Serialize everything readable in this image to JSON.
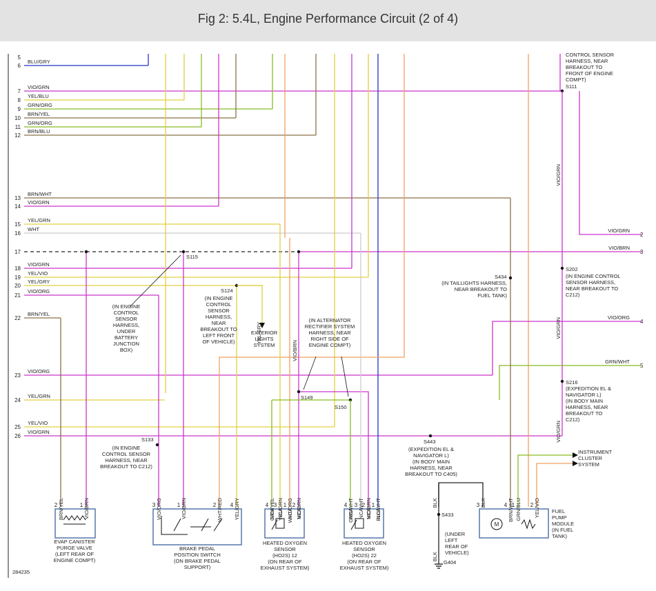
{
  "header": {
    "title": "Fig 2: 5.4L, Engine Performance Circuit (2 of 4)"
  },
  "figure_id": "284235",
  "left_pins": [
    {
      "num": "5",
      "wire": ""
    },
    {
      "num": "6",
      "wire": "BLU/GRY"
    },
    {
      "num": "7",
      "wire": "VIO/GRN"
    },
    {
      "num": "8",
      "wire": "YEL/BLU"
    },
    {
      "num": "9",
      "wire": "GRN/ORG"
    },
    {
      "num": "10",
      "wire": "BRN/YEL"
    },
    {
      "num": "11",
      "wire": "GRN/ORG"
    },
    {
      "num": "12",
      "wire": "BRN/BLU"
    },
    {
      "num": "13",
      "wire": "BRN/WHT"
    },
    {
      "num": "14",
      "wire": "VIO/GRN"
    },
    {
      "num": "15",
      "wire": "YEL/GRN"
    },
    {
      "num": "16",
      "wire": "WHT"
    },
    {
      "num": "17",
      "wire": ""
    },
    {
      "num": "18",
      "wire": "VIO/GRN"
    },
    {
      "num": "19",
      "wire": "YEL/VIO"
    },
    {
      "num": "20",
      "wire": "YEL/GRY"
    },
    {
      "num": "21",
      "wire": "VIO/ORG"
    },
    {
      "num": "22",
      "wire": "BRN/YEL"
    },
    {
      "num": "23",
      "wire": "VIO/ORG"
    },
    {
      "num": "24",
      "wire": "YEL/GRN"
    },
    {
      "num": "25",
      "wire": "YEL/VIO"
    },
    {
      "num": "26",
      "wire": "VIO/GRN"
    }
  ],
  "right_pins": [
    {
      "num": "2",
      "wire": "VIO/GRN"
    },
    {
      "num": "3",
      "wire": "VIO/BRN"
    },
    {
      "num": "4",
      "wire": "VIO/ORG"
    },
    {
      "num": "5",
      "wire": "GRN/WHT"
    }
  ],
  "vertical_wire_labels": {
    "s111_down": "VIO/GRN",
    "s202_down": "VIO/GRN",
    "s216_down": "VIO/GRN",
    "yel_gry_arrow": "YEL/GRY",
    "vio_brn_mid": "VIO/BRN"
  },
  "splices": {
    "s111": "S111",
    "s115": "S115",
    "s124": "S124",
    "s133": "S133",
    "s149": "S149",
    "s150": "S150",
    "s202": "S202",
    "s216": "S216",
    "s434": "S434",
    "s443": "S443",
    "s433": "S433",
    "g404": "G404"
  },
  "notes": {
    "top_right": [
      "CONTROL SENSOR",
      "HARNESS, NEAR",
      "BREAKOUT TO",
      "FRONT OF ENGINE",
      "COMPT)"
    ],
    "s115": [
      "(IN ENGINE",
      "CONTROL",
      "SENSOR",
      "HARNESS,",
      "UNDER",
      "BATTERY",
      "JUNCTION",
      "BOX)"
    ],
    "s124": [
      "(IN ENGINE",
      "CONTROL",
      "SENSOR",
      "HARNESS,",
      "NEAR",
      "BREAKOUT TO",
      "LEFT FRONT",
      "OF VEHICLE)"
    ],
    "exterior": [
      "EXTERIOR",
      "LIGHTS",
      "SYSTEM"
    ],
    "alternator": [
      "(IN ALTERNATOR",
      "RECTIFIER SYSTEM",
      "HARNESS, NEAR",
      "RIGHT SIDE OF",
      "ENGINE COMPT)"
    ],
    "s434": [
      "(IN TAILLIGHTS HARNESS,",
      "NEAR BREAKOUT TO",
      "FUEL TANK)"
    ],
    "s202": [
      "(IN ENGINE CONTROL",
      "SENSOR HARNESS,",
      "NEAR BREAKOUT TO",
      "C212)"
    ],
    "s216": [
      "(EXPEDITION EL &",
      "NAVIGATOR L)",
      "(IN BODY MAIN",
      "HARNESS, NEAR",
      "BREAKOUT TO",
      "C212)"
    ],
    "s133": [
      "(IN ENGINE",
      "CONTROL SENSOR",
      "HARNESS, NEAR",
      "BREAKOUT TO C212)"
    ],
    "s443": [
      "(EXPEDITION EL &",
      "NAVIGATOR L)",
      "(IN BODY MAIN",
      "HARNESS, NEAR",
      "BREAKOUT TO C405)"
    ],
    "instrument": [
      "INSTRUMENT",
      "CLUSTER",
      "SYSTEM"
    ],
    "s433": [
      "(UNDER",
      "LEFT",
      "REAR OF",
      "VEHICLE)"
    ]
  },
  "components": {
    "evap": {
      "wires": [
        "BRN/YEL",
        "VIO/BRN"
      ],
      "pins": [
        "2",
        "1"
      ],
      "caption": [
        "EVAP CANISTER",
        "PURGE VALVE",
        "(LEFT REAR OF",
        "ENGINE COMPT)"
      ]
    },
    "brake": {
      "wires": [
        "VIO/ORG",
        "VIO/BRN",
        "WHT/RED",
        "YEL/GRY"
      ],
      "pins": [
        "3",
        "1",
        "2",
        "4"
      ],
      "caption": [
        "BRAKE PEDAL",
        "POSITION SWITCH",
        "(ON BRAKE PEDAL",
        "SUPPORT)"
      ]
    },
    "ho2s12": {
      "wires": [
        "GRN/YEL",
        "YEL/GRN",
        "WHT/ORG",
        "VIO/BRN"
      ],
      "pins": [
        "4",
        "3",
        "1",
        "2"
      ],
      "nca": [
        "NCA",
        "NCA",
        "NCA",
        "NCA"
      ],
      "caption": [
        "HEATED OXYGEN",
        "SENSOR",
        "(HO2S) 12",
        "(ON REAR OF",
        "EXHAUST SYSTEM)"
      ]
    },
    "ho2s22": {
      "wires": [
        "GRN/WHT",
        "WHT",
        "VIO/BRN",
        "BLU/WHT"
      ],
      "pins": [
        "4",
        "3",
        "2",
        "1"
      ],
      "nca": [
        "NCA",
        "NCA",
        "NCA",
        "NCA"
      ],
      "caption": [
        "HEATED OXYGEN",
        "SENSOR",
        "(HO2S) 22",
        "(ON REAR OF",
        "EXHAUST SYSTEM)"
      ]
    },
    "fuel_pump": {
      "wires": [
        "BLK",
        "BRN/WHT",
        "GRN/BLU",
        "YEL/VIO"
      ],
      "pins": [
        "3",
        "4",
        "1",
        "2"
      ],
      "caption": [
        "FUEL",
        "PUMP",
        "MODULE",
        "(IN FUEL",
        "TANK)"
      ]
    },
    "ground": {
      "wires": [
        "BLK",
        "BLK"
      ]
    }
  },
  "colors": {
    "blu": "#2233cc",
    "vio": "#cc33cc",
    "yel": "#e0d040",
    "grn": "#88bb22",
    "brn": "#8b6f47",
    "wht": "#cccccc",
    "org": "#f0a060",
    "blk": "#222222"
  }
}
